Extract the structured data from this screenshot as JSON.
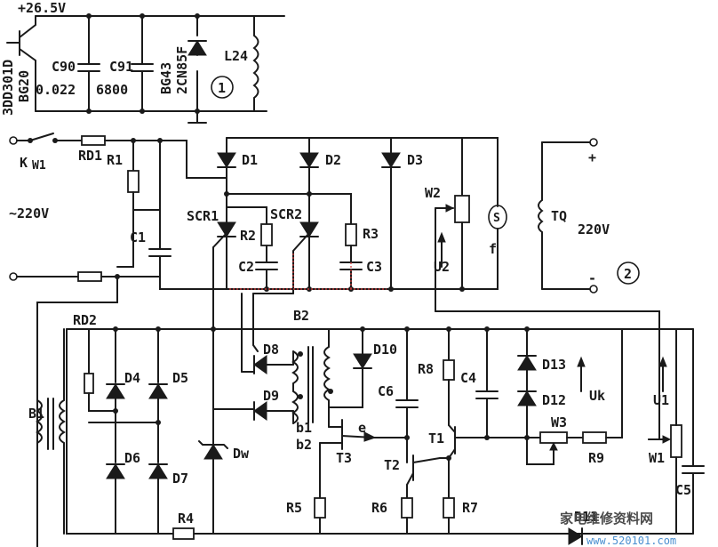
{
  "labels": {
    "vplus": "+26.5V",
    "c90": "C90",
    "c91": "C91",
    "c90v": "0.022",
    "c91v": "6800",
    "bg43": "BG43",
    "cn": "2CN85F",
    "l24": "L24",
    "t_top1": "3DD301D",
    "t_top2": "BG20",
    "node1": "1",
    "k": "K",
    "w1sw": "W1",
    "rd1": "RD1",
    "r1": "R1",
    "c1": "C1",
    "ac": "~220V",
    "d1": "D1",
    "d2": "D2",
    "d3": "D3",
    "scr1": "SCR1",
    "scr2": "SCR2",
    "r2": "R2",
    "r3": "R3",
    "c2": "C2",
    "c3": "C3",
    "w2": "W2",
    "u2": "U2",
    "m": "S",
    "f": "f",
    "tq": "TQ",
    "tq_v": "220V",
    "plus": "+",
    "minus": "-",
    "node2": "2",
    "b2": "B2",
    "rd2": "RD2",
    "d4": "D4",
    "d5": "D5",
    "d6": "D6",
    "d7": "D7",
    "b1": "B1",
    "dw": "Dw",
    "r4": "R4",
    "d8": "D8",
    "d9": "D9",
    "d10": "D10",
    "c6": "C6",
    "r8": "R8",
    "c4": "C4",
    "d13": "D13",
    "d12": "D12",
    "uk": "Uk",
    "u1": "U1",
    "b1pin": "b1",
    "b2pin": "b2",
    "e": "e",
    "t3": "T3",
    "t2": "T2",
    "t1": "T1",
    "w3": "W3",
    "r9": "R9",
    "w1": "W1",
    "c5": "C5",
    "r5": "R5",
    "r6": "R6",
    "r7": "R7",
    "d11": "D11",
    "watermark": "家电维修资料网",
    "watermark_url": "www.520101.com"
  }
}
